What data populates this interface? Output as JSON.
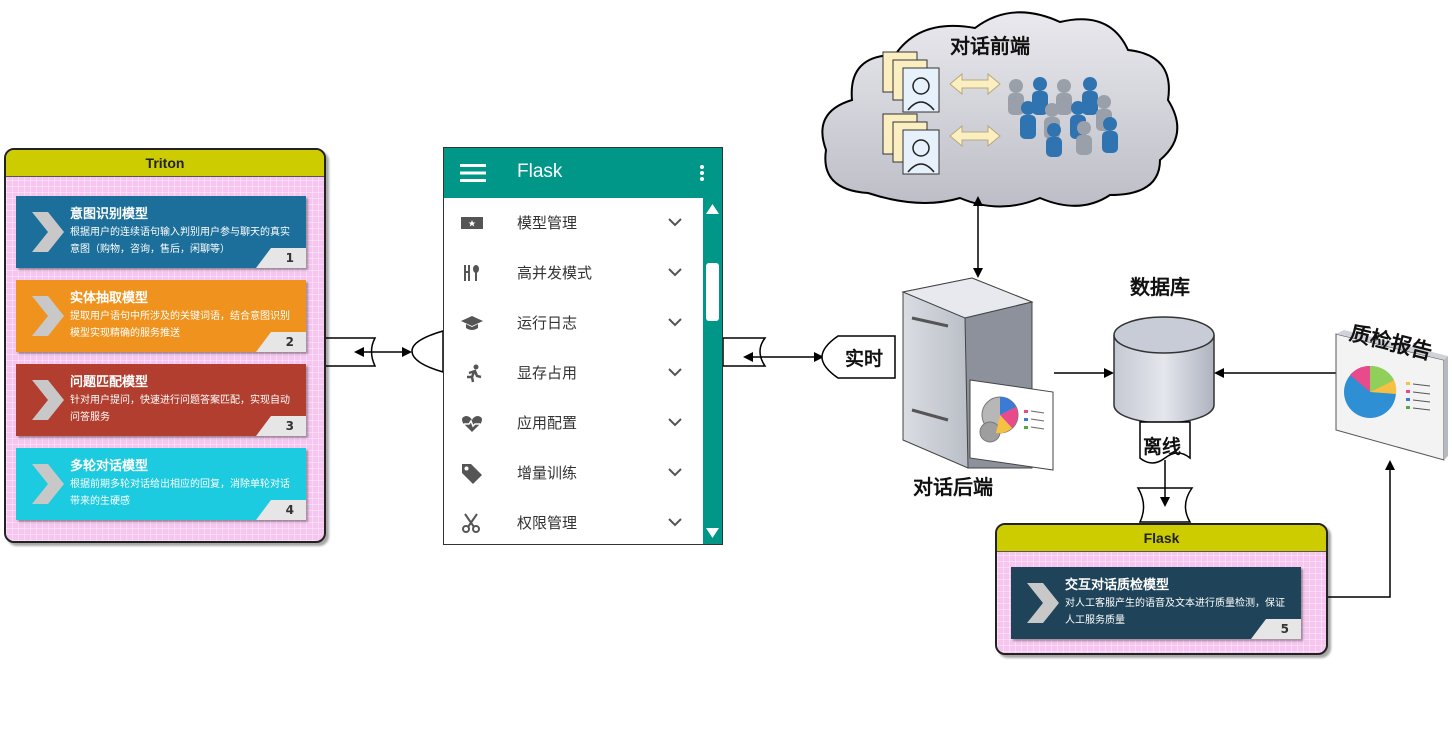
{
  "triton": {
    "title": "Triton",
    "cards": [
      {
        "title": "意图识别模型",
        "desc": "根据用户的连续语句输入判别用户参与聊天的真实意图（购物，咨询，售后，闲聊等）",
        "num": "1",
        "color": "#1b6f9a"
      },
      {
        "title": "实体抽取模型",
        "desc": "提取用户语句中所涉及的关键词语，结合意图识别模型实现精确的服务推送",
        "num": "2",
        "color": "#f0931e"
      },
      {
        "title": "问题匹配模型",
        "desc": "针对用户提问，快速进行问题答案匹配，实现自动问答服务",
        "num": "3",
        "color": "#b13e2f"
      },
      {
        "title": "多轮对话模型",
        "desc": "根据前期多轮对话给出相应的回复，消除单轮对话带来的生硬感",
        "num": "4",
        "color": "#1ccbe0"
      }
    ]
  },
  "flask_menu": {
    "title": "Flask",
    "items": [
      {
        "label": "模型管理",
        "icon": "ticket-icon"
      },
      {
        "label": "高并发模式",
        "icon": "utensils-icon"
      },
      {
        "label": "运行日志",
        "icon": "graduation-cap-icon"
      },
      {
        "label": "显存占用",
        "icon": "runner-icon"
      },
      {
        "label": "应用配置",
        "icon": "heartbeat-icon"
      },
      {
        "label": "增量训练",
        "icon": "tag-icon"
      },
      {
        "label": "权限管理",
        "icon": "scissors-icon"
      }
    ]
  },
  "labels": {
    "frontend": "对话前端",
    "backend": "对话后端",
    "database": "数据库",
    "qa_report": "质检报告",
    "realtime": "实时",
    "offline": "离线"
  },
  "qa_flask": {
    "title": "Flask",
    "card": {
      "title": "交互对话质检模型",
      "desc": "对人工客服产生的语音及文本进行质量检测，保证人工服务质量",
      "num": "5",
      "color": "#1f4459"
    }
  },
  "colors": {
    "teal": "#009688",
    "panel_header": "#cccc00",
    "panel_fill": "#f6c6f0"
  }
}
